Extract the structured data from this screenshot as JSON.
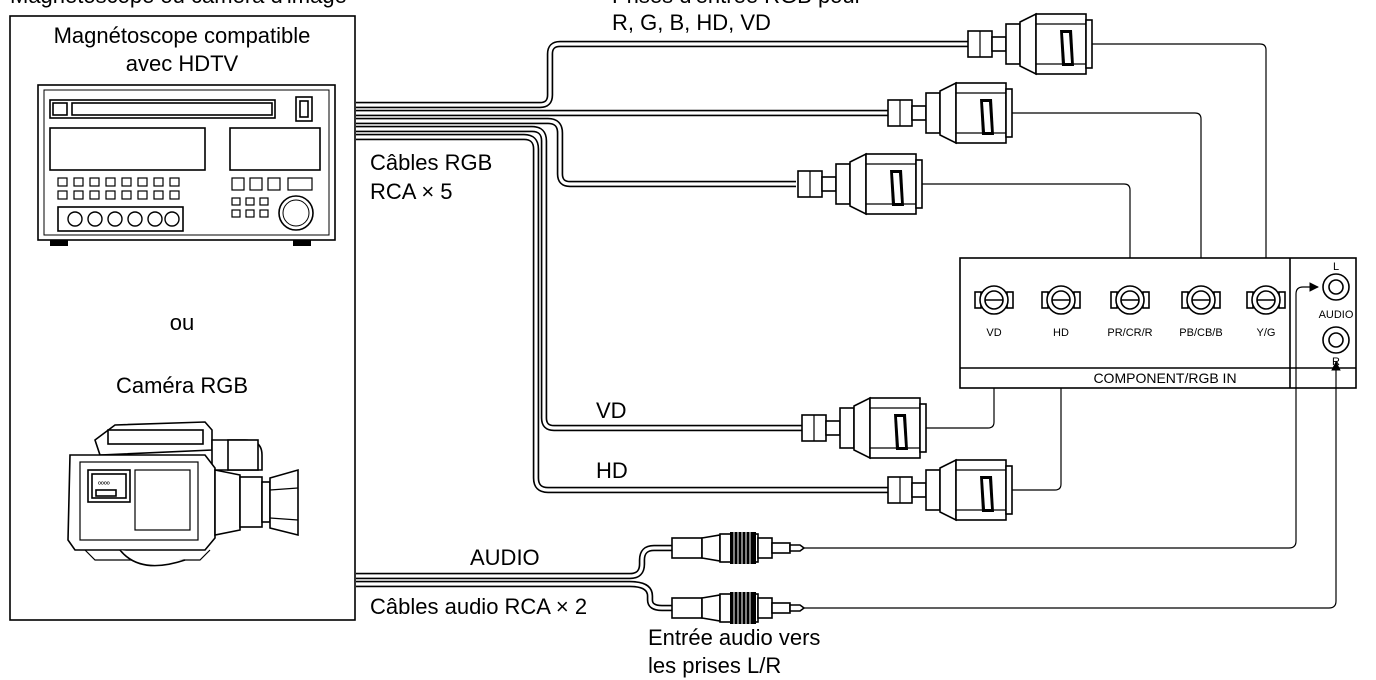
{
  "source": {
    "title_partial": "Magnétoscope ou caméra d'image",
    "vtr_title_line1": "Magnétoscope compatible",
    "vtr_title_line2": "avec HDTV",
    "or_text": "ou",
    "camera_title": "Caméra RGB"
  },
  "labels": {
    "rgb_inputs_line1": "Prises d'entrée RGB pour",
    "rgb_inputs_line2": "R, G, B, HD, VD",
    "rgb_cables_line1": "Câbles RGB",
    "rgb_cables_line2": "RCA × 5",
    "vd_cable": "VD",
    "hd_cable": "HD",
    "audio_cable": "AUDIO",
    "audio_cables": "Câbles audio RCA × 2",
    "audio_input_line1": "Entrée audio vers",
    "audio_input_line2": "les prises L/R"
  },
  "panel": {
    "title": "COMPONENT/RGB IN",
    "jacks": [
      "VD",
      "HD",
      "PR/CR/R",
      "PB/CB/B",
      "Y/G"
    ],
    "audio_label": "AUDIO",
    "audio_l": "L",
    "audio_r": "R"
  }
}
